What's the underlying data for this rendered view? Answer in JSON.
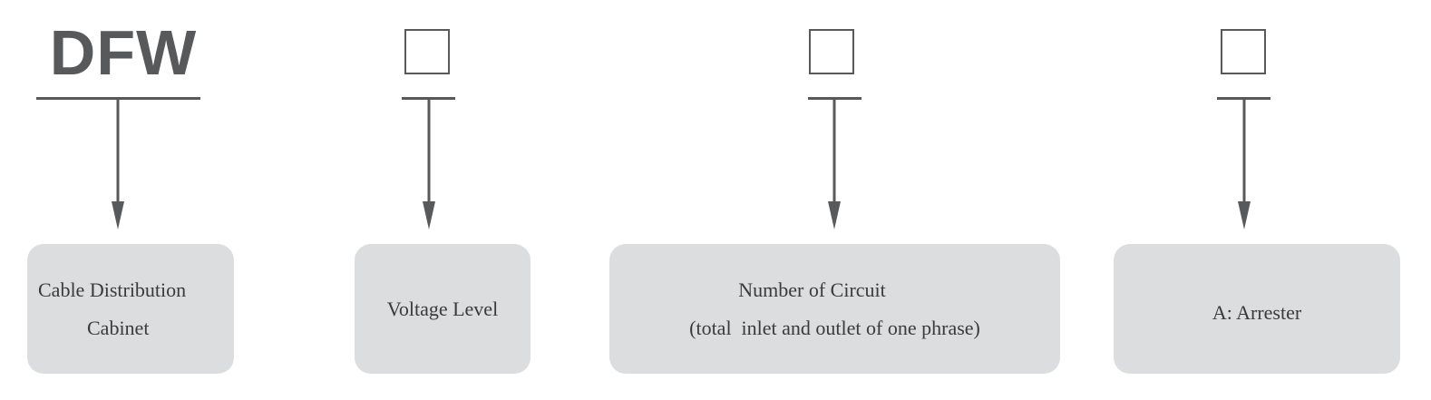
{
  "code": "DFW",
  "fields": [
    {
      "id": "type",
      "label_lines": [
        "Cable Distribution",
        "Cabinet"
      ]
    },
    {
      "id": "voltage",
      "label_lines": [
        "Voltage Level"
      ]
    },
    {
      "id": "circuit",
      "label_lines": [
        "Number of Circuit",
        "(total  inlet and outlet of one phrase)"
      ]
    },
    {
      "id": "arrester",
      "label_lines": [
        "A: Arrester"
      ]
    }
  ],
  "colors": {
    "stroke": "#58595b",
    "box_fill": "#dcdddf",
    "text": "#3a3a3a"
  }
}
